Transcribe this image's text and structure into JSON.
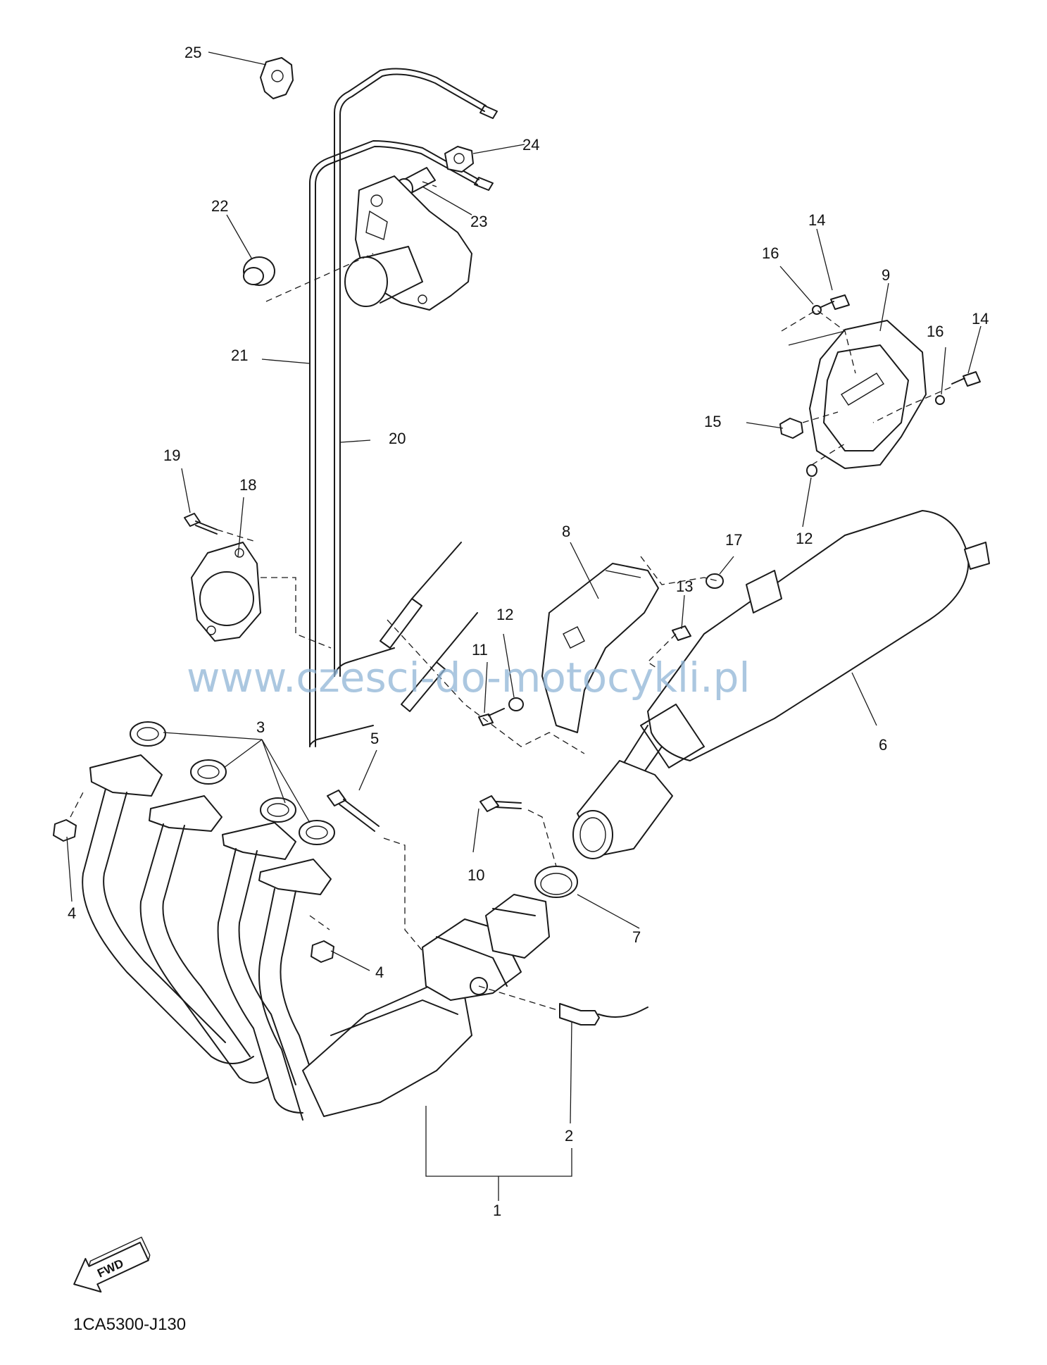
{
  "diagram": {
    "watermark": "www.czesci-do-motocykli.pl",
    "code": "1CA5300-J130",
    "fwd_label": "FWD",
    "callouts": [
      "1",
      "2",
      "3",
      "4",
      "4",
      "5",
      "6",
      "7",
      "8",
      "9",
      "10",
      "11",
      "12",
      "12",
      "13",
      "14",
      "14",
      "15",
      "16",
      "16",
      "17",
      "18",
      "19",
      "20",
      "21",
      "22",
      "23",
      "24",
      "25"
    ],
    "icons": [
      "fwd-arrow-icon"
    ]
  }
}
